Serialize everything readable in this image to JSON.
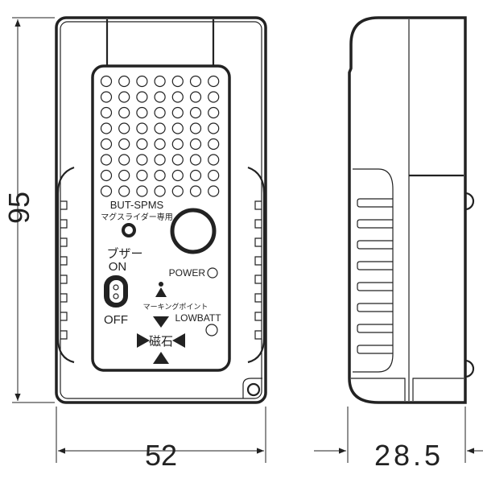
{
  "dimensions": {
    "height": "95",
    "width": "52",
    "depth": "28.5"
  },
  "front_panel": {
    "model": "BUT-SPMS",
    "model_note": "マグスライダー専用",
    "buzzer": "ブザー",
    "on": "ON",
    "off": "OFF",
    "power": "POWER",
    "marking_point": "マーキングポイント",
    "lowbatt": "LOWBATT",
    "magnet": "磁石"
  }
}
